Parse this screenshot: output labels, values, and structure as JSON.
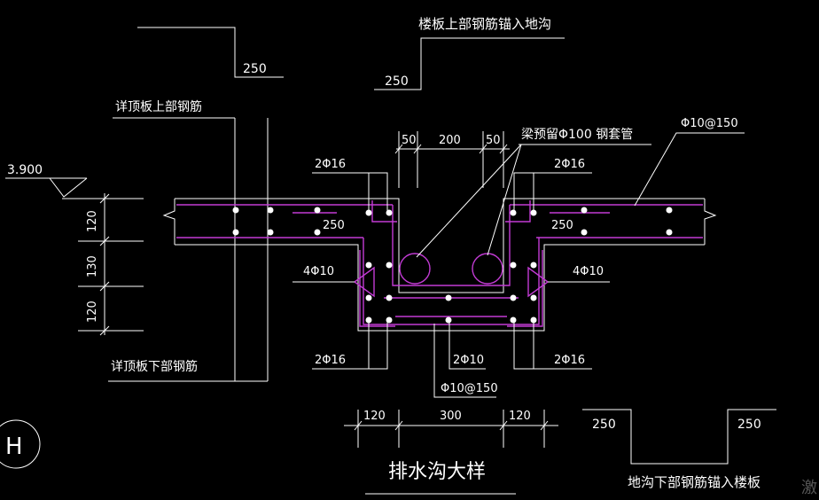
{
  "labels": {
    "top_anchor_note": "楼板上部钢筋锚入地沟",
    "bottom_anchor_note": "地沟下部钢筋锚入楼板",
    "detail_top_slab_upper": "详顶板上部钢筋",
    "detail_top_slab_lower": "详顶板下部钢筋",
    "sleeve_note": "梁预留Φ100 钢套管",
    "title": "排水沟大样",
    "elevation": "3.900",
    "axis_label": "H",
    "watermark": "激"
  },
  "dimensions": {
    "anchor_250_a": "250",
    "anchor_250_b": "250",
    "anchor_250_c": "250",
    "anchor_250_d": "250",
    "top_50_left": "50",
    "top_200": "200",
    "top_50_right": "50",
    "left_120_top": "120",
    "left_130": "130",
    "left_120_bottom": "120",
    "bottom_120_left": "120",
    "bottom_300": "300",
    "bottom_120_right": "120",
    "slab_250_left": "250",
    "slab_250_right": "250"
  },
  "rebar": {
    "top_left_2phi16": "2Φ16",
    "top_right_2phi16": "2Φ16",
    "side_left_4phi10": "4Φ10",
    "side_right_4phi10": "4Φ10",
    "bottom_left_2phi16": "2Φ16",
    "bottom_mid_2phi10": "2Φ10",
    "bottom_right_2phi16": "2Φ16",
    "slab_phi10_150": "Φ10@150",
    "trench_phi10_150": "Φ10@150"
  },
  "colors": {
    "background": "#000000",
    "linework": "#ffffff",
    "rebar": "#c23bd4"
  }
}
